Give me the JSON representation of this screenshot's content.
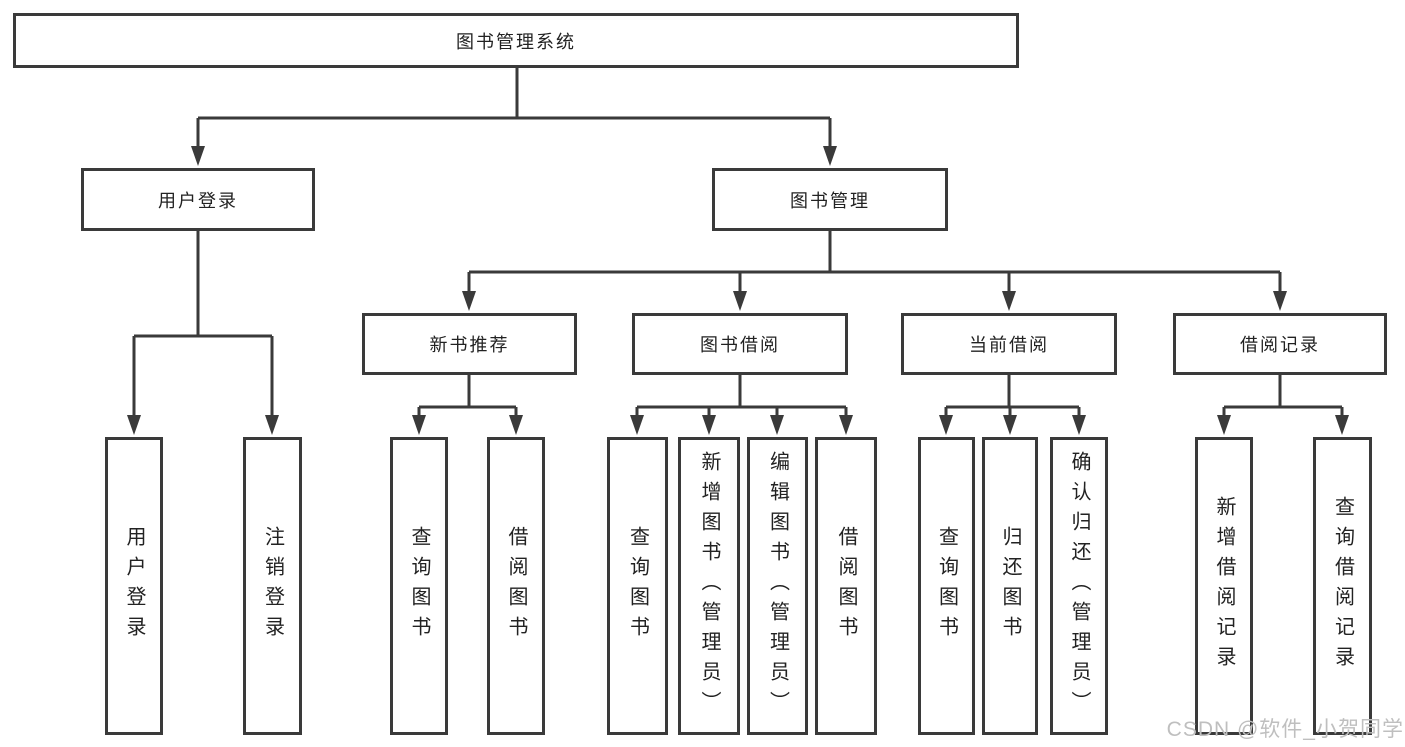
{
  "colors": {
    "line": "#3a3a3a",
    "text": "#222222",
    "background": "#ffffff",
    "watermark": "#bfbfbf"
  },
  "diagram": {
    "title": "图书管理系统",
    "level2": [
      {
        "label": "用户登录",
        "children": [
          {
            "label": "用户登录"
          },
          {
            "label": "注销登录"
          }
        ]
      },
      {
        "label": "图书管理",
        "children": [
          {
            "label": "新书推荐",
            "children": [
              {
                "label": "查询图书"
              },
              {
                "label": "借阅图书"
              }
            ]
          },
          {
            "label": "图书借阅",
            "children": [
              {
                "label": "查询图书"
              },
              {
                "label": "新增图书（管理员）"
              },
              {
                "label": "编辑图书（管理员）"
              },
              {
                "label": "借阅图书"
              }
            ]
          },
          {
            "label": "当前借阅",
            "children": [
              {
                "label": "查询图书"
              },
              {
                "label": "归还图书"
              },
              {
                "label": "确认归还（管理员）"
              }
            ]
          },
          {
            "label": "借阅记录",
            "children": [
              {
                "label": "新增借阅记录"
              },
              {
                "label": "查询借阅记录"
              }
            ]
          }
        ]
      }
    ]
  },
  "watermark": "CSDN @软件_小贺同学"
}
